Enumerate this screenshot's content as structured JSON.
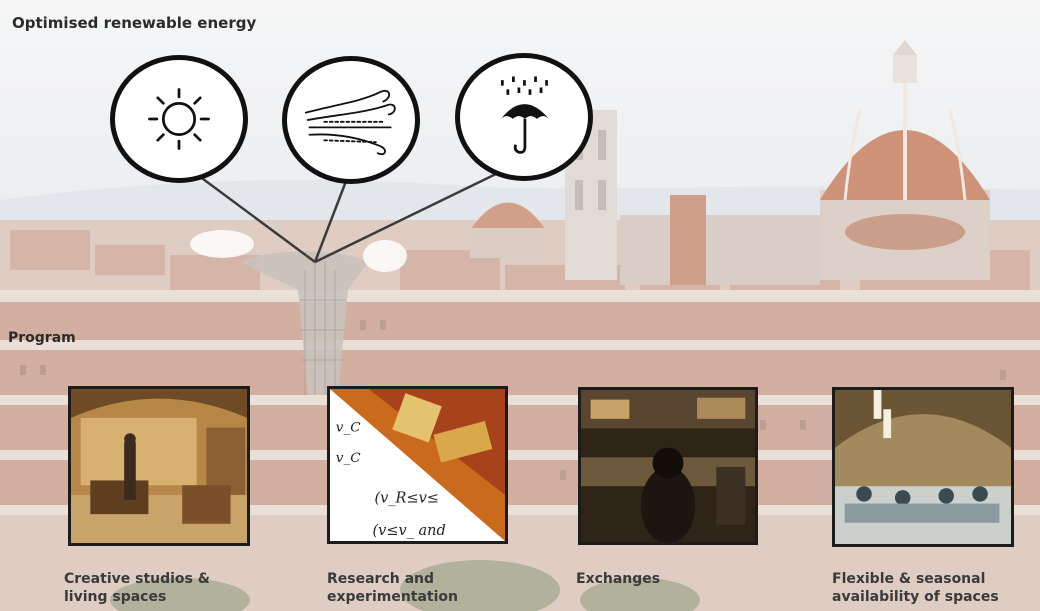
{
  "title": "Optimised renewable energy",
  "program_label": "Program",
  "energy_icons": [
    {
      "name": "sun-icon"
    },
    {
      "name": "wind-icon"
    },
    {
      "name": "rain-umbrella-icon"
    }
  ],
  "program_items": [
    {
      "line1": "Creative studios &",
      "line2": "living spaces"
    },
    {
      "line1": "Research and",
      "line2": "experimentation"
    },
    {
      "line1": "Exchanges",
      "line2": ""
    },
    {
      "line1": "Flexible  & seasonal",
      "line2": "availability of spaces"
    }
  ],
  "formula_image": {
    "line1": "v_C",
    "line2": "v_C",
    "line3": "(v_R≤v≤",
    "line4": "(v≤v_  and"
  },
  "colors": {
    "sky": "#eef1f4",
    "city_roof": "#c98b73",
    "dome": "#c07a5a",
    "frame": "#1c1c1c",
    "line": "#111111"
  }
}
